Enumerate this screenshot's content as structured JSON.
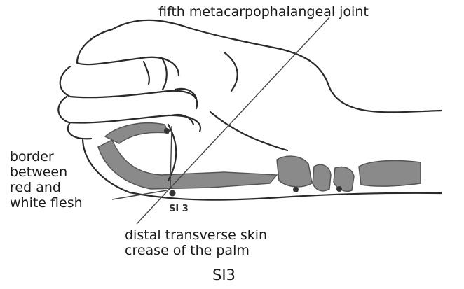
{
  "labels": {
    "fifth_joint": "fifth metacarpophalangeal joint",
    "border": "border\nbetween\nred and\nwhite flesh",
    "distal_crease": "distal transverse skin\ncrease of the palm",
    "point": "SI 3",
    "caption": "SI3"
  },
  "colors": {
    "outline": "#2a2a2a",
    "bone": "#8a8a8a",
    "leader": "#444444",
    "marker": "#333333"
  }
}
